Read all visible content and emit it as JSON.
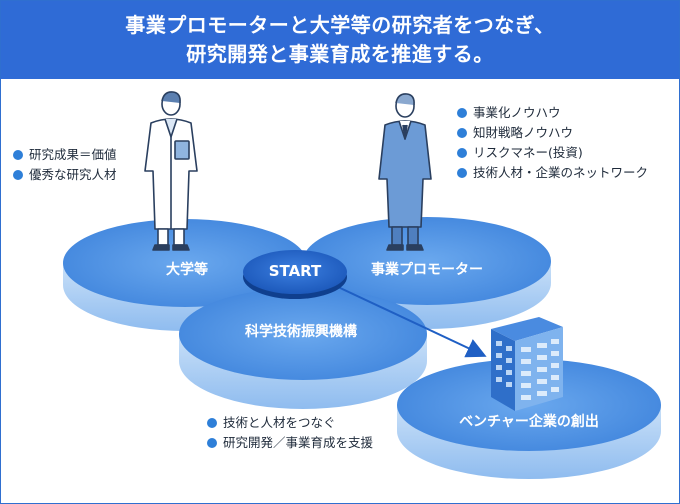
{
  "header": {
    "line1": "事業プロモーターと大学等の研究者をつなぎ、",
    "line2": "研究開発と事業育成を推進する。"
  },
  "nodes": {
    "university": "大学等",
    "promoter": "事業プロモーター",
    "start": "START",
    "jst": "科学技術振興機構",
    "venture": "ベンチャー企業の創出"
  },
  "university_points": [
    "研究成果＝価値",
    "優秀な研究人材"
  ],
  "promoter_points": [
    "事業化ノウハウ",
    "知財戦略ノウハウ",
    "リスクマネー(投資)",
    "技術人材・企業のネットワーク"
  ],
  "jst_points": [
    "技術と人材をつなぐ",
    "研究開発／事業育成を支援"
  ],
  "colors": {
    "header": "#2f6bd6",
    "platform_top": "#4f93e6",
    "platform_side": "#9fc6f2",
    "bullet": "#2e7fd8",
    "start": "#1f5fc4"
  },
  "icons": [
    "researcher-icon",
    "businessman-icon",
    "building-icon",
    "arrow-icon"
  ]
}
